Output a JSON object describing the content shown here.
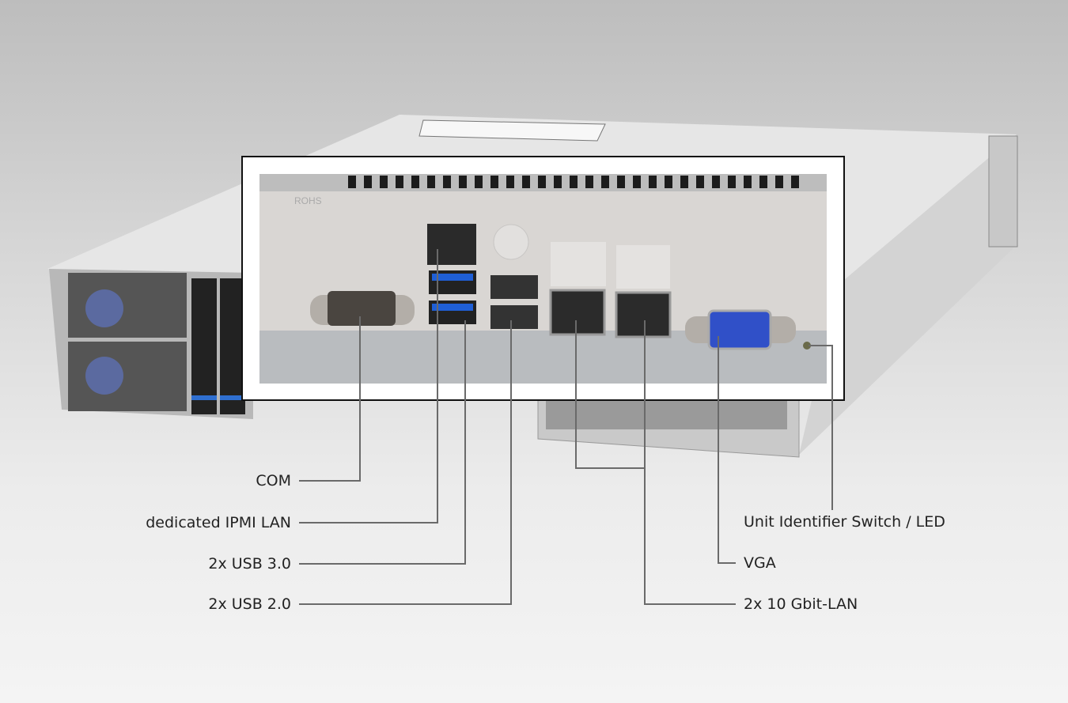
{
  "panel": {
    "rohs_marking": "ROHS"
  },
  "callouts": {
    "com": "COM",
    "ipmi_lan": "dedicated IPMI LAN",
    "usb3": "2x USB 3.0",
    "usb2": "2x USB 2.0",
    "uid": "Unit Identifier Switch / LED",
    "vga": "VGA",
    "lan10g": "2x 10 Gbit-LAN"
  },
  "colors": {
    "usb3_blue": "#1f5fd6",
    "vga_blue": "#3050c8",
    "callout_line": "#6a6a6a"
  }
}
